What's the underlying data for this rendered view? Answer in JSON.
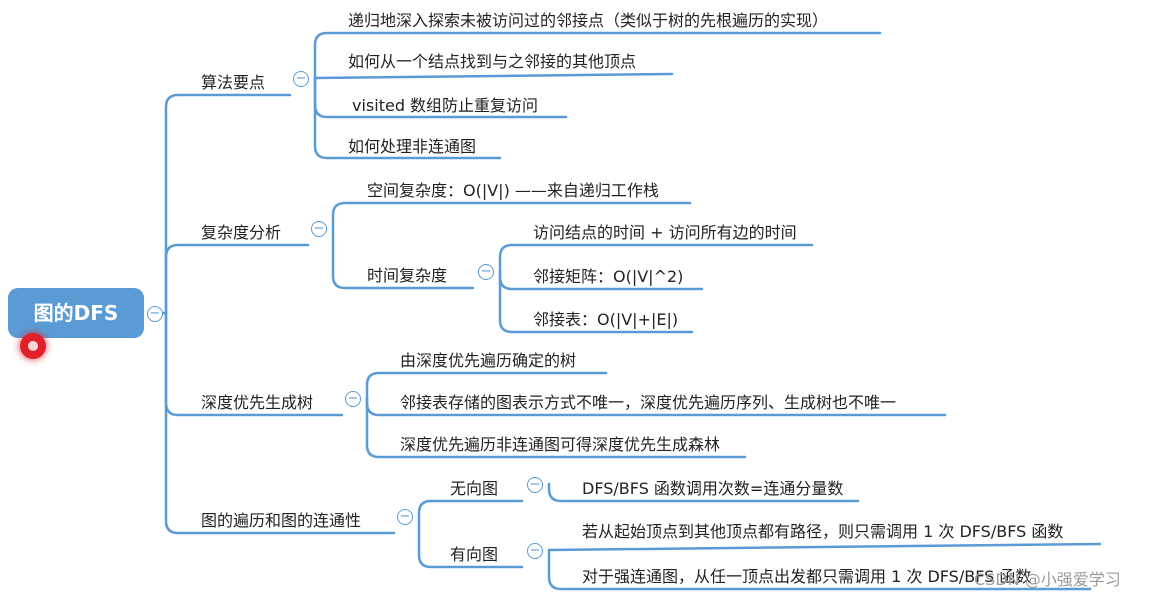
{
  "root": {
    "label": "图的DFS"
  },
  "branches": [
    {
      "label": "算法要点",
      "children": [
        {
          "label": "递归地深入探索未被访问过的邻接点（类似于树的先根遍历的实现）"
        },
        {
          "label": "如何从一个结点找到与之邻接的其他顶点"
        },
        {
          "label": "visited 数组防止重复访问"
        },
        {
          "label": "如何处理非连通图"
        }
      ]
    },
    {
      "label": "复杂度分析",
      "children": [
        {
          "label": "空间复杂度：O(|V|) ——来自递归工作栈"
        },
        {
          "label": "时间复杂度",
          "children": [
            {
              "label": "访问结点的时间 + 访问所有边的时间"
            },
            {
              "label": "邻接矩阵：O(|V|^2)"
            },
            {
              "label": "邻接表：O(|V|+|E|)"
            }
          ]
        }
      ]
    },
    {
      "label": "深度优先生成树",
      "children": [
        {
          "label": "由深度优先遍历确定的树"
        },
        {
          "label": "邻接表存储的图表示方式不唯一，深度优先遍历序列、生成树也不唯一"
        },
        {
          "label": "深度优先遍历非连通图可得深度优先生成森林"
        }
      ]
    },
    {
      "label": "图的遍历和图的连通性",
      "children": [
        {
          "label": "无向图",
          "children": [
            {
              "label": "DFS/BFS 函数调用次数=连通分量数"
            }
          ]
        },
        {
          "label": "有向图",
          "children": [
            {
              "label": "若从起始顶点到其他顶点都有路径，则只需调用 1 次 DFS/BFS 函数"
            },
            {
              "label": "对于强连通图，从任一顶点出发都只需调用 1 次 DFS/BFS 函数"
            }
          ]
        }
      ]
    }
  ],
  "toggle_symbol": "−",
  "watermark": "CSDN @小强爱学习",
  "colors": {
    "line": "#5b9bd5",
    "root_bg": "#5b9bd5",
    "text": "#222222"
  }
}
